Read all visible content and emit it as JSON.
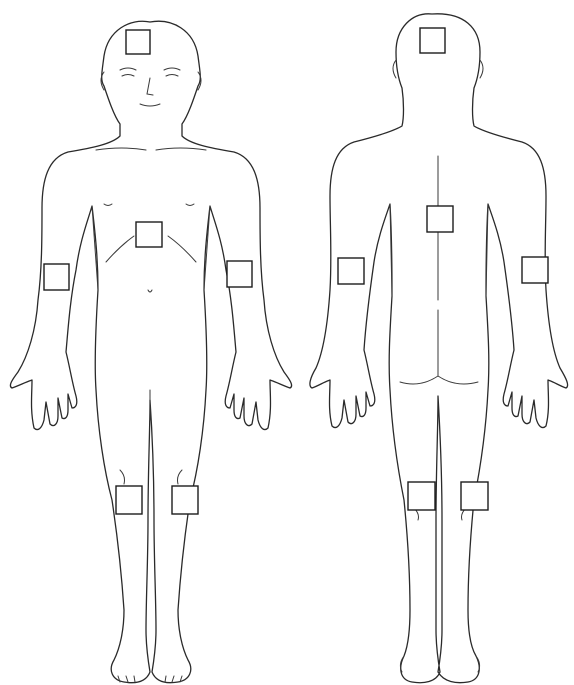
{
  "figure": {
    "views": [
      "front",
      "back"
    ],
    "line_color": "#2a2a2a",
    "background": "#ffffff",
    "marker_style": "open square",
    "front_markers": [
      "forehead",
      "upper-abdomen",
      "right-forearm",
      "left-forearm",
      "right-knee",
      "left-knee"
    ],
    "back_markers": [
      "back-of-head",
      "mid-back",
      "left-forearm",
      "right-forearm",
      "left-knee",
      "right-knee"
    ]
  }
}
